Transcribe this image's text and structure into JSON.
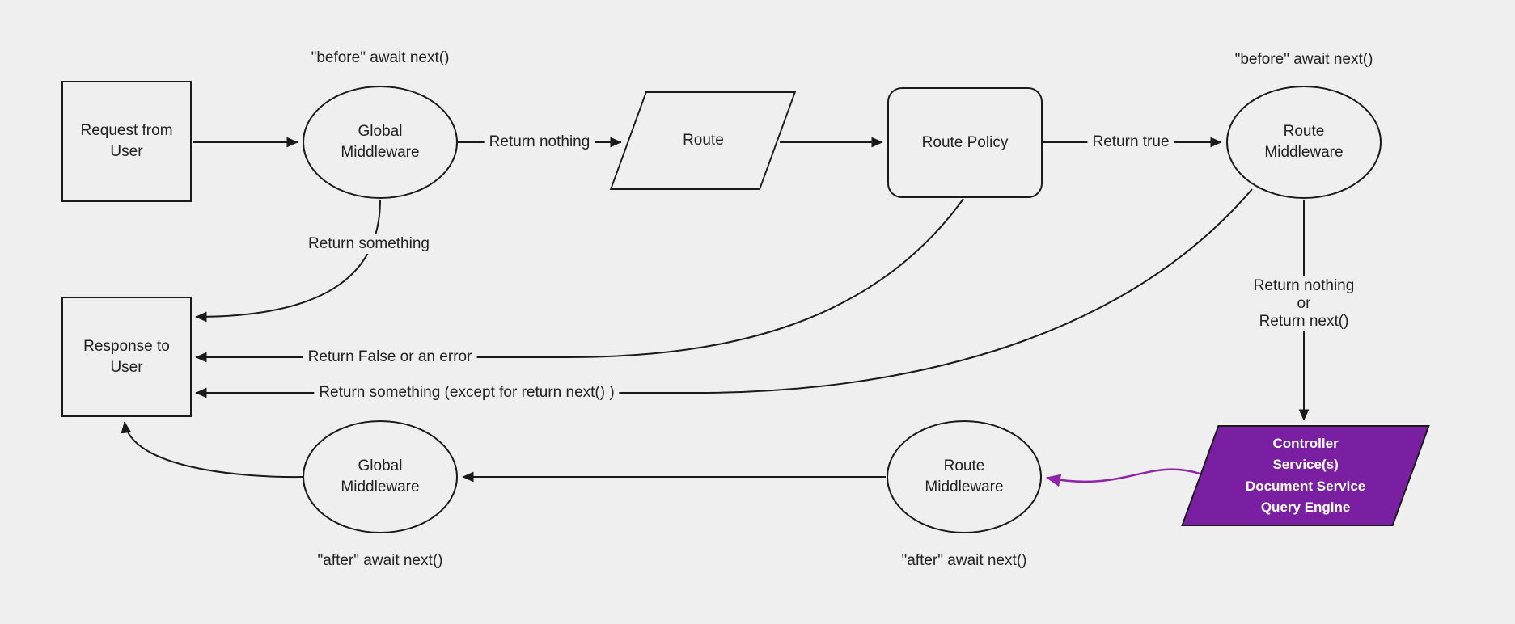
{
  "colors": {
    "background": "#efefef",
    "stroke": "#1a1a1a",
    "text": "#212121",
    "node_fill": "#efefef",
    "purple_fill": "#7b1fa2",
    "purple_arrow": "#8e24aa"
  },
  "nodes": {
    "request_from_user": {
      "label": "Request from\nUser"
    },
    "global_middleware_top": {
      "label": "Global\nMiddleware",
      "annotation": "\"before\" await next()"
    },
    "route": {
      "label": "Route"
    },
    "route_policy": {
      "label": "Route Policy"
    },
    "route_middleware_top": {
      "label": "Route\nMiddleware",
      "annotation": "\"before\" await next()"
    },
    "response_to_user": {
      "label": "Response to\nUser"
    },
    "controller": {
      "label": "Controller\nService(s)\nDocument Service\nQuery Engine"
    },
    "route_middleware_bottom": {
      "label": "Route\nMiddleware",
      "annotation": "\"after\" await next()"
    },
    "global_middleware_bottom": {
      "label": "Global\nMiddleware",
      "annotation": "\"after\" await next()"
    }
  },
  "edge_labels": {
    "return_nothing": "Return nothing",
    "return_true": "Return true",
    "return_something": "Return something",
    "return_false_or_error": "Return False or an error",
    "return_something_except": "Return something (except for return next() )",
    "return_nothing_or_next": "Return nothing\nor\nReturn next()"
  }
}
